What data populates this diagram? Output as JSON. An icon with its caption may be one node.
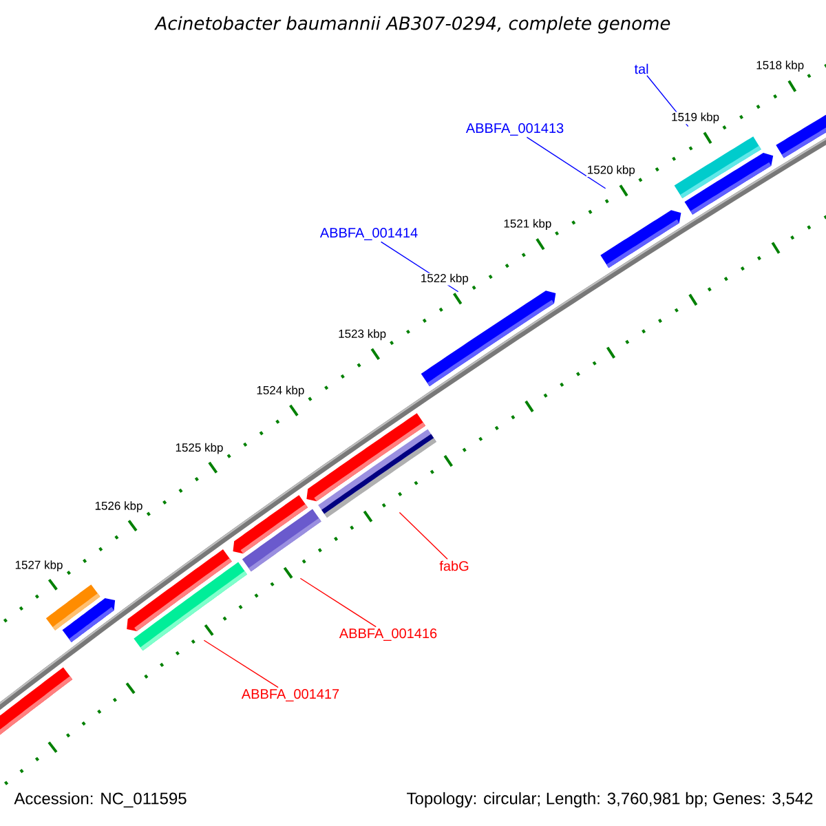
{
  "diagram": {
    "title": "Acinetobacter baumannii AB307-0294, complete genome",
    "nodes": [
      {
        "text": [
          "tal"
        ]
      },
      {
        "text": [
          "ABBFA_001413"
        ]
      },
      {
        "text": [
          "ABBFA_001414"
        ]
      },
      {
        "text": [
          "fabG"
        ]
      },
      {
        "text": [
          "ABBFA_001416"
        ]
      },
      {
        "text": [
          "ABBFA_001417"
        ]
      },
      {
        "text": [],
        "shape": "bar"
      },
      {
        "text": [],
        "shape": "bar"
      },
      {
        "text": [],
        "shape": "bar"
      },
      {
        "text": [],
        "shape": "bar"
      },
      {
        "text": [],
        "shape": "bar"
      },
      {
        "text": [],
        "shape": "bar"
      },
      {
        "text": [],
        "shape": "bar"
      },
      {
        "text": [],
        "shape": "bar"
      },
      {
        "text": [],
        "shape": "bar"
      },
      {
        "text": [],
        "shape": "bar"
      },
      {
        "text": [],
        "shape": "bar"
      },
      {
        "text": [],
        "shape": "bar"
      },
      {
        "text": [],
        "shape": "bar"
      },
      {
        "text": [],
        "shape": "bar"
      }
    ],
    "edges": [
      {
        "from": 0,
        "to": 17,
        "arrow": "none",
        "color": "#0000ff"
      },
      {
        "from": 1,
        "to": 16,
        "arrow": "none",
        "color": "#0000ff"
      },
      {
        "from": 2,
        "to": 15,
        "arrow": "none",
        "color": "#0000ff"
      },
      {
        "from": 3,
        "to": 13,
        "arrow": "none",
        "color": "#ff0000"
      },
      {
        "from": 4,
        "to": 11,
        "arrow": "none",
        "color": "#ff0000"
      },
      {
        "from": 5,
        "to": 9,
        "arrow": "none",
        "color": "#ff0000"
      }
    ],
    "labels": [
      "1518 kbp",
      "1519 kbp",
      "1520 kbp",
      "1521 kbp",
      "1522 kbp",
      "1523 kbp",
      "1524 kbp",
      "1525 kbp",
      "1526 kbp",
      "1527 kbp",
      "Accession: NC_011595",
      "Topology: circular; Length: 3,760,981 bp; Genes: 3,542"
    ]
  }
}
